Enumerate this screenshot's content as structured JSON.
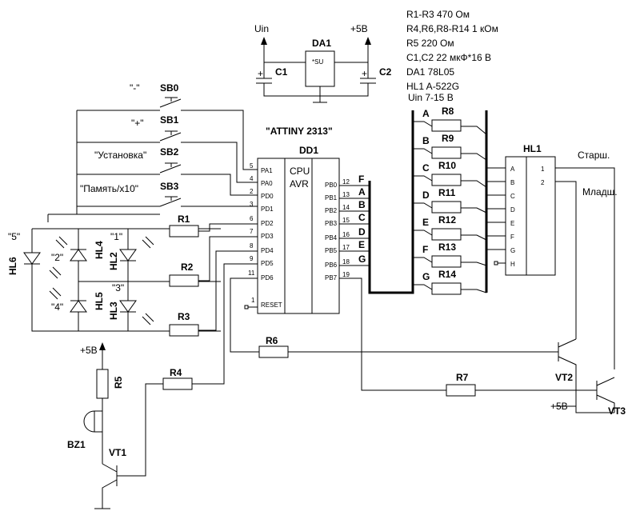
{
  "notes": [
    "R1-R3  470 Ом",
    "R4,R6,R8-R14  1 кОм",
    "R5 220 Ом",
    "C1,C2 22 мкФ*16 В",
    "DA1 78L05",
    "HL1 A-522G"
  ],
  "supply": {
    "uin": "Uin",
    "plus5_top": "+5B",
    "plus5_left": "+5B",
    "plus5_bottom": "+5B",
    "uin_range": "Uin 7-15 B",
    "da1": "DA1",
    "da1_inner": "*SU",
    "c1": "C1",
    "c2": "C2",
    "plus_sign": "+"
  },
  "buttons": [
    {
      "ref": "SB0",
      "caption": "\"-\""
    },
    {
      "ref": "SB1",
      "caption": "\"+\""
    },
    {
      "ref": "SB2",
      "caption": "\"Установка\""
    },
    {
      "ref": "SB3",
      "caption": "\"Память/x10\""
    }
  ],
  "mcu": {
    "part": "\"ATTINY 2313\"",
    "ref": "DD1",
    "core1": "CPU",
    "core2": "AVR",
    "left_pins": [
      {
        "num": "5",
        "name": "PA1"
      },
      {
        "num": "4",
        "name": "PA0"
      },
      {
        "num": "2",
        "name": "PD0"
      },
      {
        "num": "3",
        "name": "PD1"
      },
      {
        "num": "6",
        "name": "PD2"
      },
      {
        "num": "7",
        "name": "PD3"
      },
      {
        "num": "8",
        "name": "PD4"
      },
      {
        "num": "9",
        "name": "PD5"
      },
      {
        "num": "11",
        "name": "PD6"
      }
    ],
    "reset": {
      "num": "1",
      "name": "RESET"
    },
    "right_pins": [
      {
        "num": "12",
        "name": "PB0",
        "seg": "F"
      },
      {
        "num": "13",
        "name": "PB1",
        "seg": "A"
      },
      {
        "num": "14",
        "name": "PB2",
        "seg": "B"
      },
      {
        "num": "15",
        "name": "PB3",
        "seg": "C"
      },
      {
        "num": "16",
        "name": "PB4",
        "seg": "D"
      },
      {
        "num": "17",
        "name": "PB5",
        "seg": "E"
      },
      {
        "num": "18",
        "name": "PB6",
        "seg": "G"
      },
      {
        "num": "19",
        "name": "PB7",
        "seg": ""
      }
    ]
  },
  "seg_resistors": [
    {
      "seg": "A",
      "ref": "R8"
    },
    {
      "seg": "B",
      "ref": "R9"
    },
    {
      "seg": "C",
      "ref": "R10"
    },
    {
      "seg": "D",
      "ref": "R11"
    },
    {
      "seg": "E",
      "ref": "R12"
    },
    {
      "seg": "F",
      "ref": "R13"
    },
    {
      "seg": "G",
      "ref": "R14"
    }
  ],
  "display": {
    "ref": "HL1",
    "pins": [
      "A",
      "B",
      "C",
      "D",
      "E",
      "F",
      "G",
      "H"
    ],
    "common": [
      "1",
      "2"
    ],
    "senior": "Старш.",
    "junior": "Младш."
  },
  "leds": {
    "r1": "R1",
    "r2": "R2",
    "r3": "R3",
    "hl2": "HL2",
    "hl3": "HL3",
    "hl4": "HL4",
    "hl5": "HL5",
    "hl6": "HL6",
    "q1": "\"1\"",
    "q2": "\"2\"",
    "q3": "\"3\"",
    "q4": "\"4\"",
    "q5": "\"5\""
  },
  "transistors": {
    "r4": "R4",
    "r5": "R5",
    "r6": "R6",
    "r7": "R7",
    "vt1": "VT1",
    "vt2": "VT2",
    "vt3": "VT3",
    "bz1": "BZ1"
  }
}
